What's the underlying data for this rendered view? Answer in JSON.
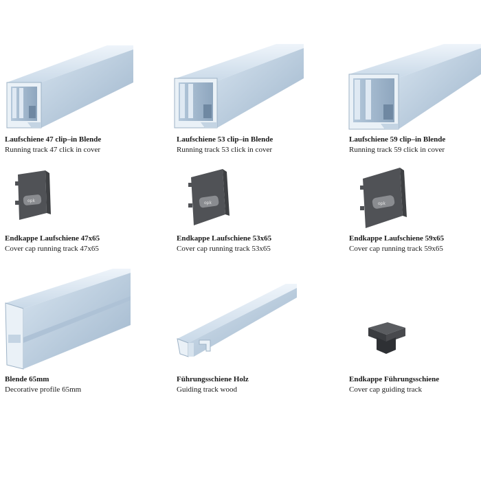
{
  "products": [
    {
      "title_de": "Laufschiene 47 clip–in Blende",
      "title_en": "Running track 47 click in cover"
    },
    {
      "title_de": "Laufschiene 53 clip–in Blende",
      "title_en": "Running track 53 click in cover"
    },
    {
      "title_de": "Laufschiene 59 clip–in Blende",
      "title_en": "Running track 59 click in cover"
    },
    {
      "title_de": "Endkappe Laufschiene 47x65",
      "title_en": "Cover cap running track 47x65",
      "logo": "opk"
    },
    {
      "title_de": "Endkappe Laufschiene 53x65",
      "title_en": "Cover cap running track 53x65",
      "logo": "opk"
    },
    {
      "title_de": "Endkappe Laufschiene 59x65",
      "title_en": "Cover cap running track 59x65",
      "logo": "opk"
    },
    {
      "title_de": "Blende 65mm",
      "title_en": "Decorative profile 65mm"
    },
    {
      "title_de": "Führungsschiene Holz",
      "title_en": "Guiding track wood"
    },
    {
      "title_de": "Endkappe Führungsschiene",
      "title_en": "Cover cap guiding track"
    }
  ],
  "colors": {
    "aluminium_light": "#dbe7f2",
    "aluminium_mid": "#b7cbde",
    "aluminium_dark": "#8fa7bf",
    "cap_dark": "#505256"
  }
}
